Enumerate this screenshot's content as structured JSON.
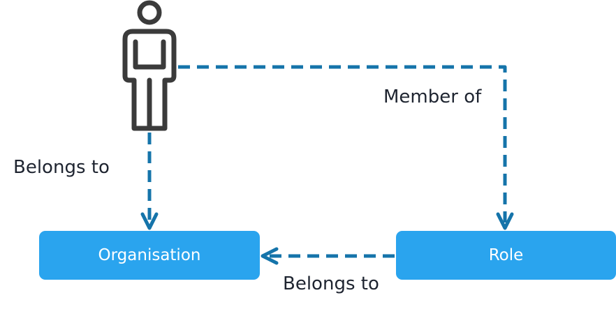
{
  "colors": {
    "box_fill": "#2aa4ee",
    "connector": "#1574aa",
    "person_stroke": "#3b3b3b",
    "text": "#1e2430"
  },
  "person": {
    "icon": "person-icon"
  },
  "nodes": {
    "organisation": {
      "label": "Organisation"
    },
    "role": {
      "label": "Role"
    }
  },
  "edges": {
    "user_member_of_role": {
      "label": "Member of"
    },
    "user_belongs_to_organisation": {
      "label": "Belongs to"
    },
    "role_belongs_to_organisation": {
      "label": "Belongs to"
    }
  }
}
